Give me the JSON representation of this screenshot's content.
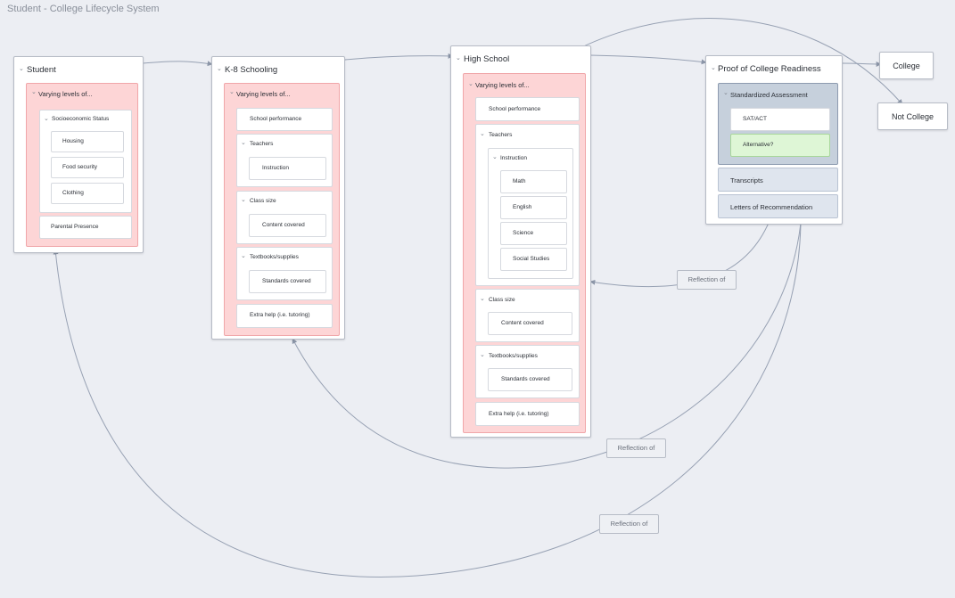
{
  "page": {
    "title": "Student - College Lifecycle System"
  },
  "student": {
    "title": "Student",
    "group_title": "Varying levels of...",
    "socio": {
      "title": "Socioeconomic Status",
      "items": [
        "Housing",
        "Food security",
        "Clothing"
      ]
    },
    "parental": "Parental Presence"
  },
  "k8": {
    "title": "K-8 Schooling",
    "group_title": "Varying levels of...",
    "school_performance": "School performance",
    "teachers": {
      "title": "Teachers",
      "item": "Instruction"
    },
    "class_size": {
      "title": "Class size",
      "item": "Content covered"
    },
    "textbooks": {
      "title": "Textbooks/supplies",
      "item": "Standards covered"
    },
    "extra_help": "Extra help (i.e. tutoring)"
  },
  "high_school": {
    "title": "High School",
    "group_title": "Varying levels of...",
    "school_performance": "School performance",
    "teachers": {
      "title": "Teachers",
      "instruction_title": "Instruction",
      "subjects": [
        "Math",
        "English",
        "Science",
        "Social Studies"
      ]
    },
    "class_size": {
      "title": "Class size",
      "item": "Content covered"
    },
    "textbooks": {
      "title": "Textbooks/supplies",
      "item": "Standards covered"
    },
    "extra_help": "Extra help (i.e. tutoring)"
  },
  "readiness": {
    "title": "Proof of College Readiness",
    "assessment": {
      "title": "Standardized Assessment",
      "sat": "SAT/ACT",
      "alt": "Alternative?"
    },
    "transcripts": "Transcripts",
    "letters": "Letters of Recommendation"
  },
  "outcomes": {
    "college": "College",
    "not_college": "Not College"
  },
  "reflections": [
    "Reflection of",
    "Reflection of",
    "Reflection of"
  ],
  "icons": {
    "collapse": "chevron-down-icon"
  }
}
